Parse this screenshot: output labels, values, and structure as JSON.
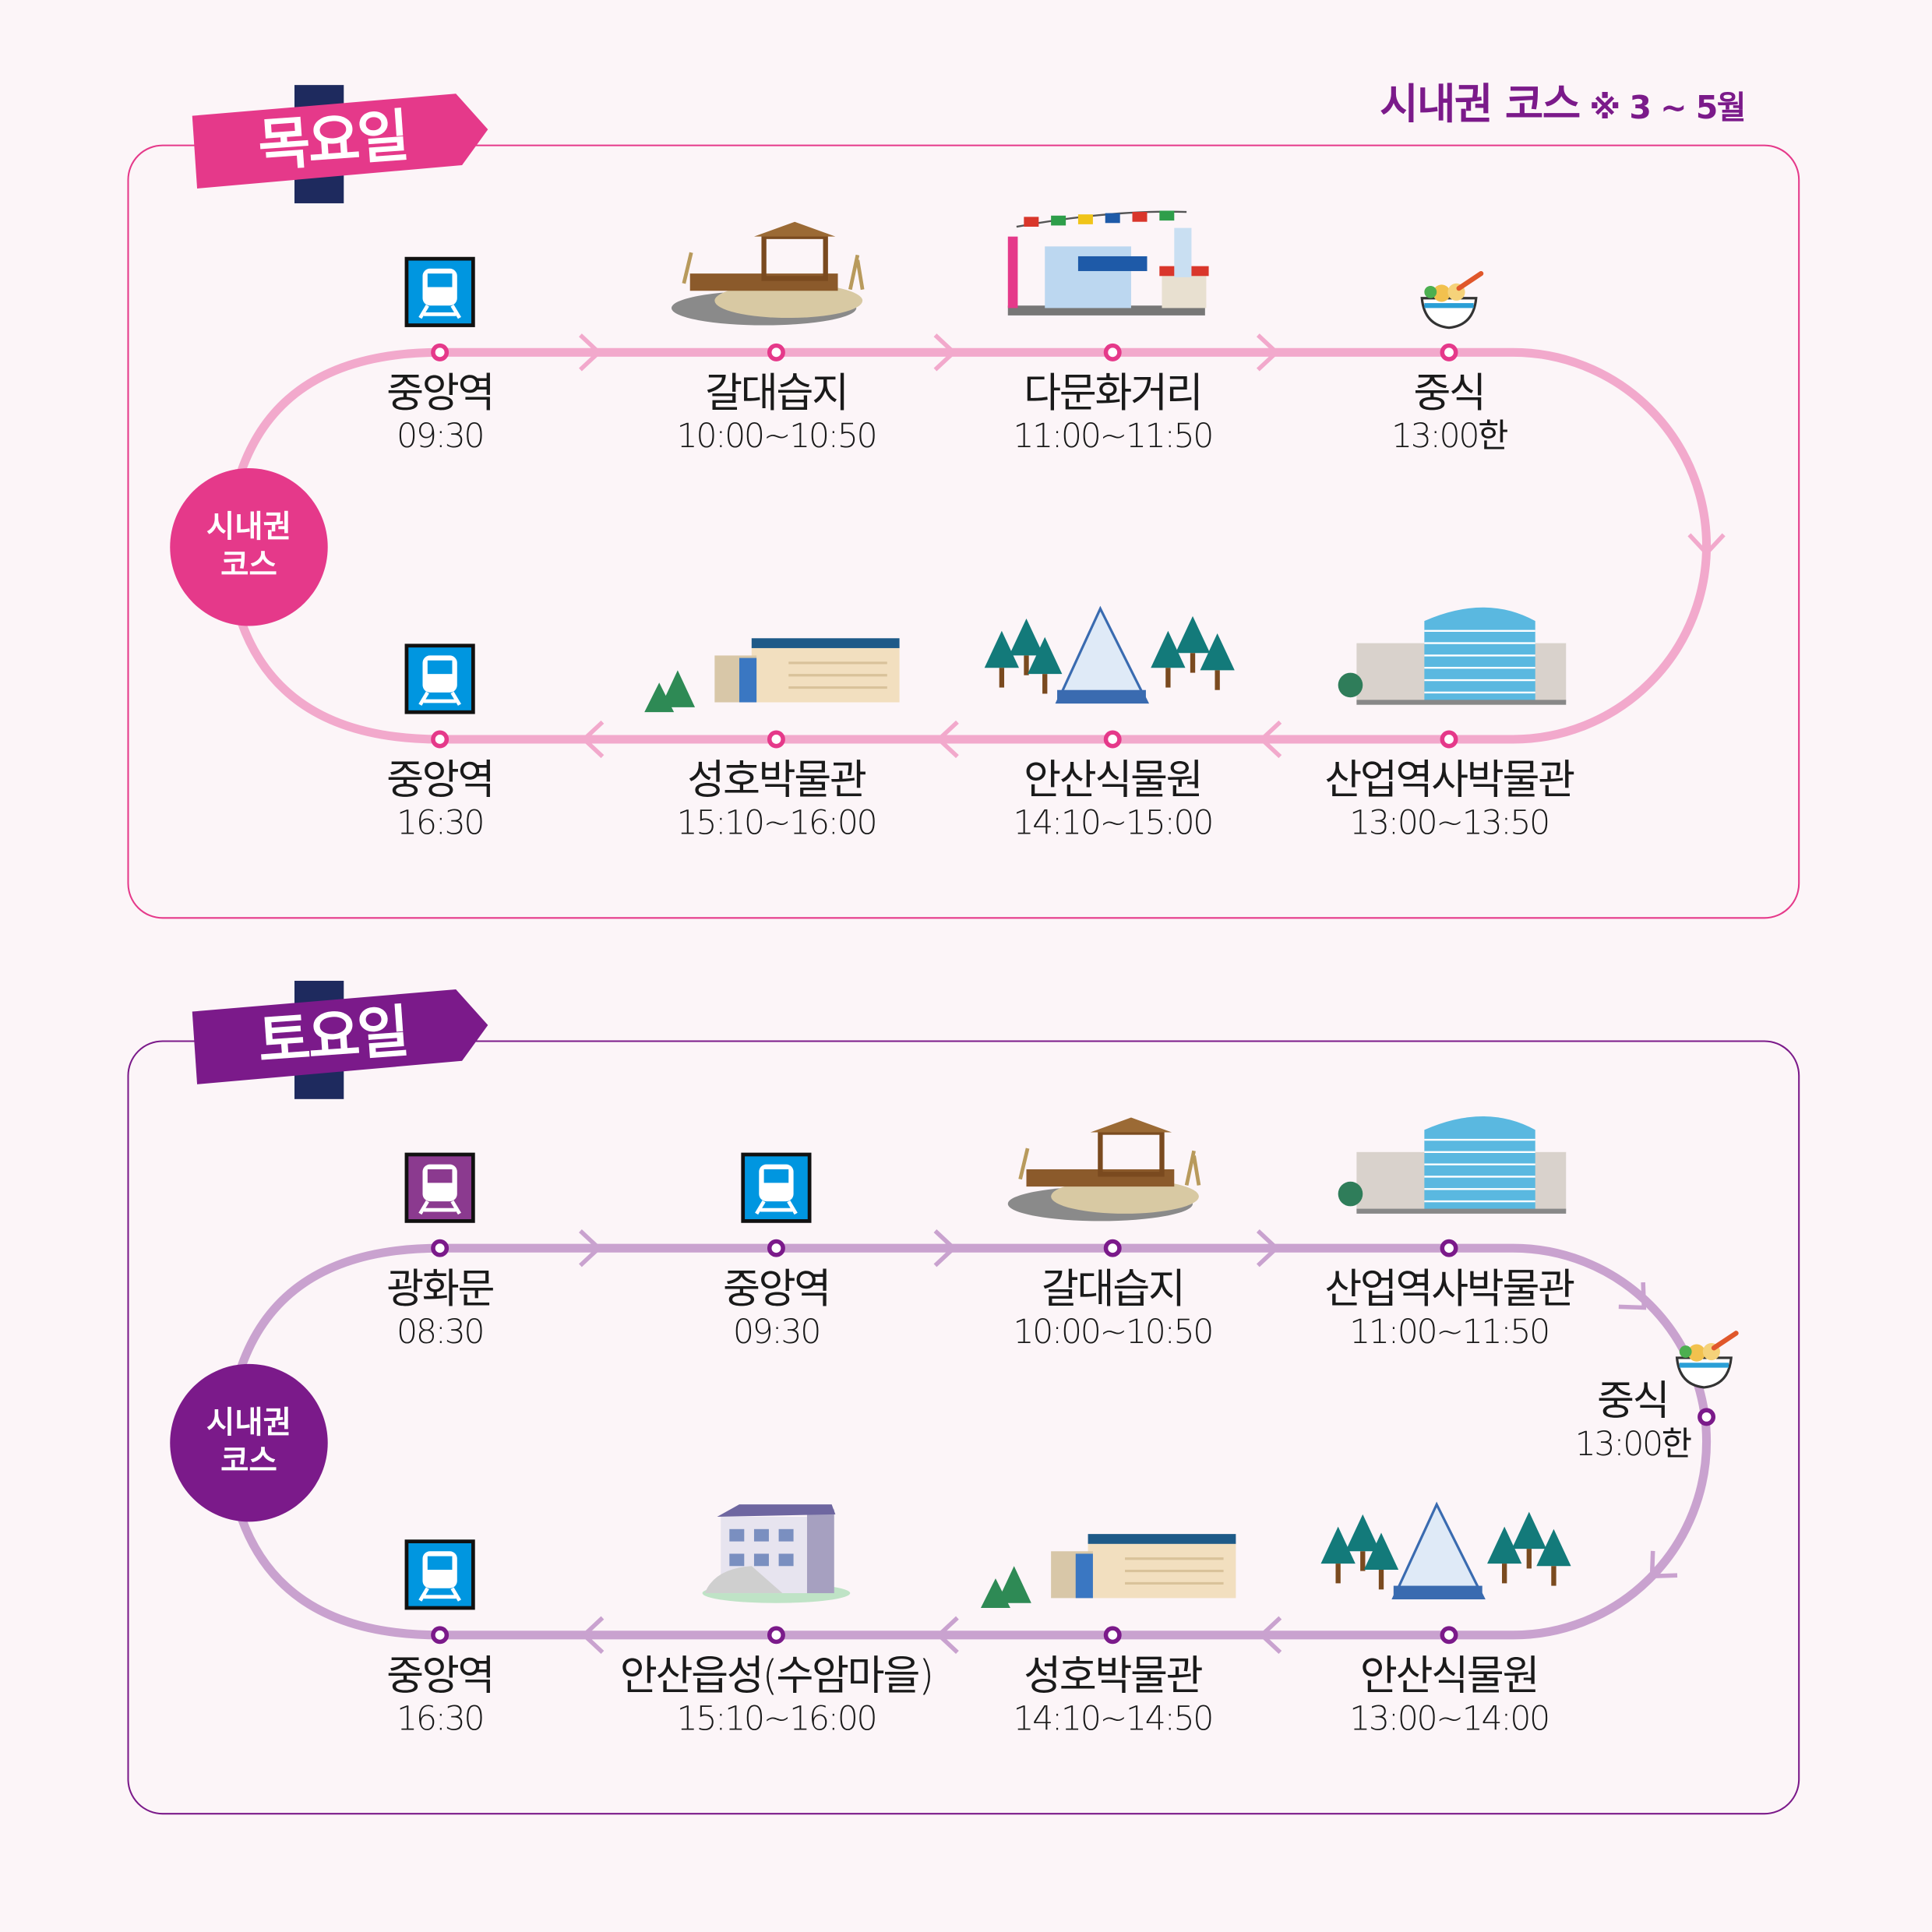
{
  "header": {
    "title": "시내권 코스",
    "note": "※ 3 ~ 5월",
    "color": "#7b1a8a"
  },
  "panels": [
    {
      "day": "목요일",
      "course_badge": [
        "시내권",
        "코스"
      ],
      "colors": {
        "accent": "#e5398a",
        "track": "#f2a9cc",
        "post": "#1e2a5e",
        "border": "#e5398a"
      },
      "stops": [
        {
          "name": "중앙역",
          "time": "09:30",
          "icon": "subway-icon"
        },
        {
          "name": "갈대습지",
          "time": "10:00~10:50",
          "icon": "wetland-icon"
        },
        {
          "name": "다문화거리",
          "time": "11:00~11:50",
          "icon": "multicultural-street-icon"
        },
        {
          "name": "중식",
          "time": "13:00한",
          "icon": "bowl-icon"
        },
        {
          "name": "산업역사박물관",
          "time": "13:00~13:50",
          "icon": "industrial-museum-icon"
        },
        {
          "name": "안산식물원",
          "time": "14:10~15:00",
          "icon": "botanical-garden-icon"
        },
        {
          "name": "성호박물관",
          "time": "15:10~16:00",
          "icon": "seongho-museum-icon"
        },
        {
          "name": "중앙역",
          "time": "16:30",
          "icon": "subway-icon"
        }
      ]
    },
    {
      "day": "토요일",
      "course_badge": [
        "시내권",
        "코스"
      ],
      "colors": {
        "accent": "#7b1a8a",
        "track": "#c9a2cf",
        "post": "#1e2a5e",
        "border": "#7b1a8a"
      },
      "stops": [
        {
          "name": "광화문",
          "time": "08:30",
          "icon": "subway-icon-purple"
        },
        {
          "name": "중앙역",
          "time": "09:30",
          "icon": "subway-icon"
        },
        {
          "name": "갈대습지",
          "time": "10:00~10:50",
          "icon": "wetland-icon"
        },
        {
          "name": "산업역사박물관",
          "time": "11:00~11:50",
          "icon": "industrial-museum-icon"
        },
        {
          "name": "중식",
          "time": "13:00한",
          "icon": "bowl-icon"
        },
        {
          "name": "안산식물원",
          "time": "13:00~14:00",
          "icon": "botanical-garden-icon"
        },
        {
          "name": "성호박물관",
          "time": "14:10~14:50",
          "icon": "seongho-museum-icon"
        },
        {
          "name": "안산읍성(수암마을)",
          "time": "15:10~16:00",
          "icon": "fortress-village-icon"
        },
        {
          "name": "중앙역",
          "time": "16:30",
          "icon": "subway-icon"
        }
      ]
    }
  ]
}
